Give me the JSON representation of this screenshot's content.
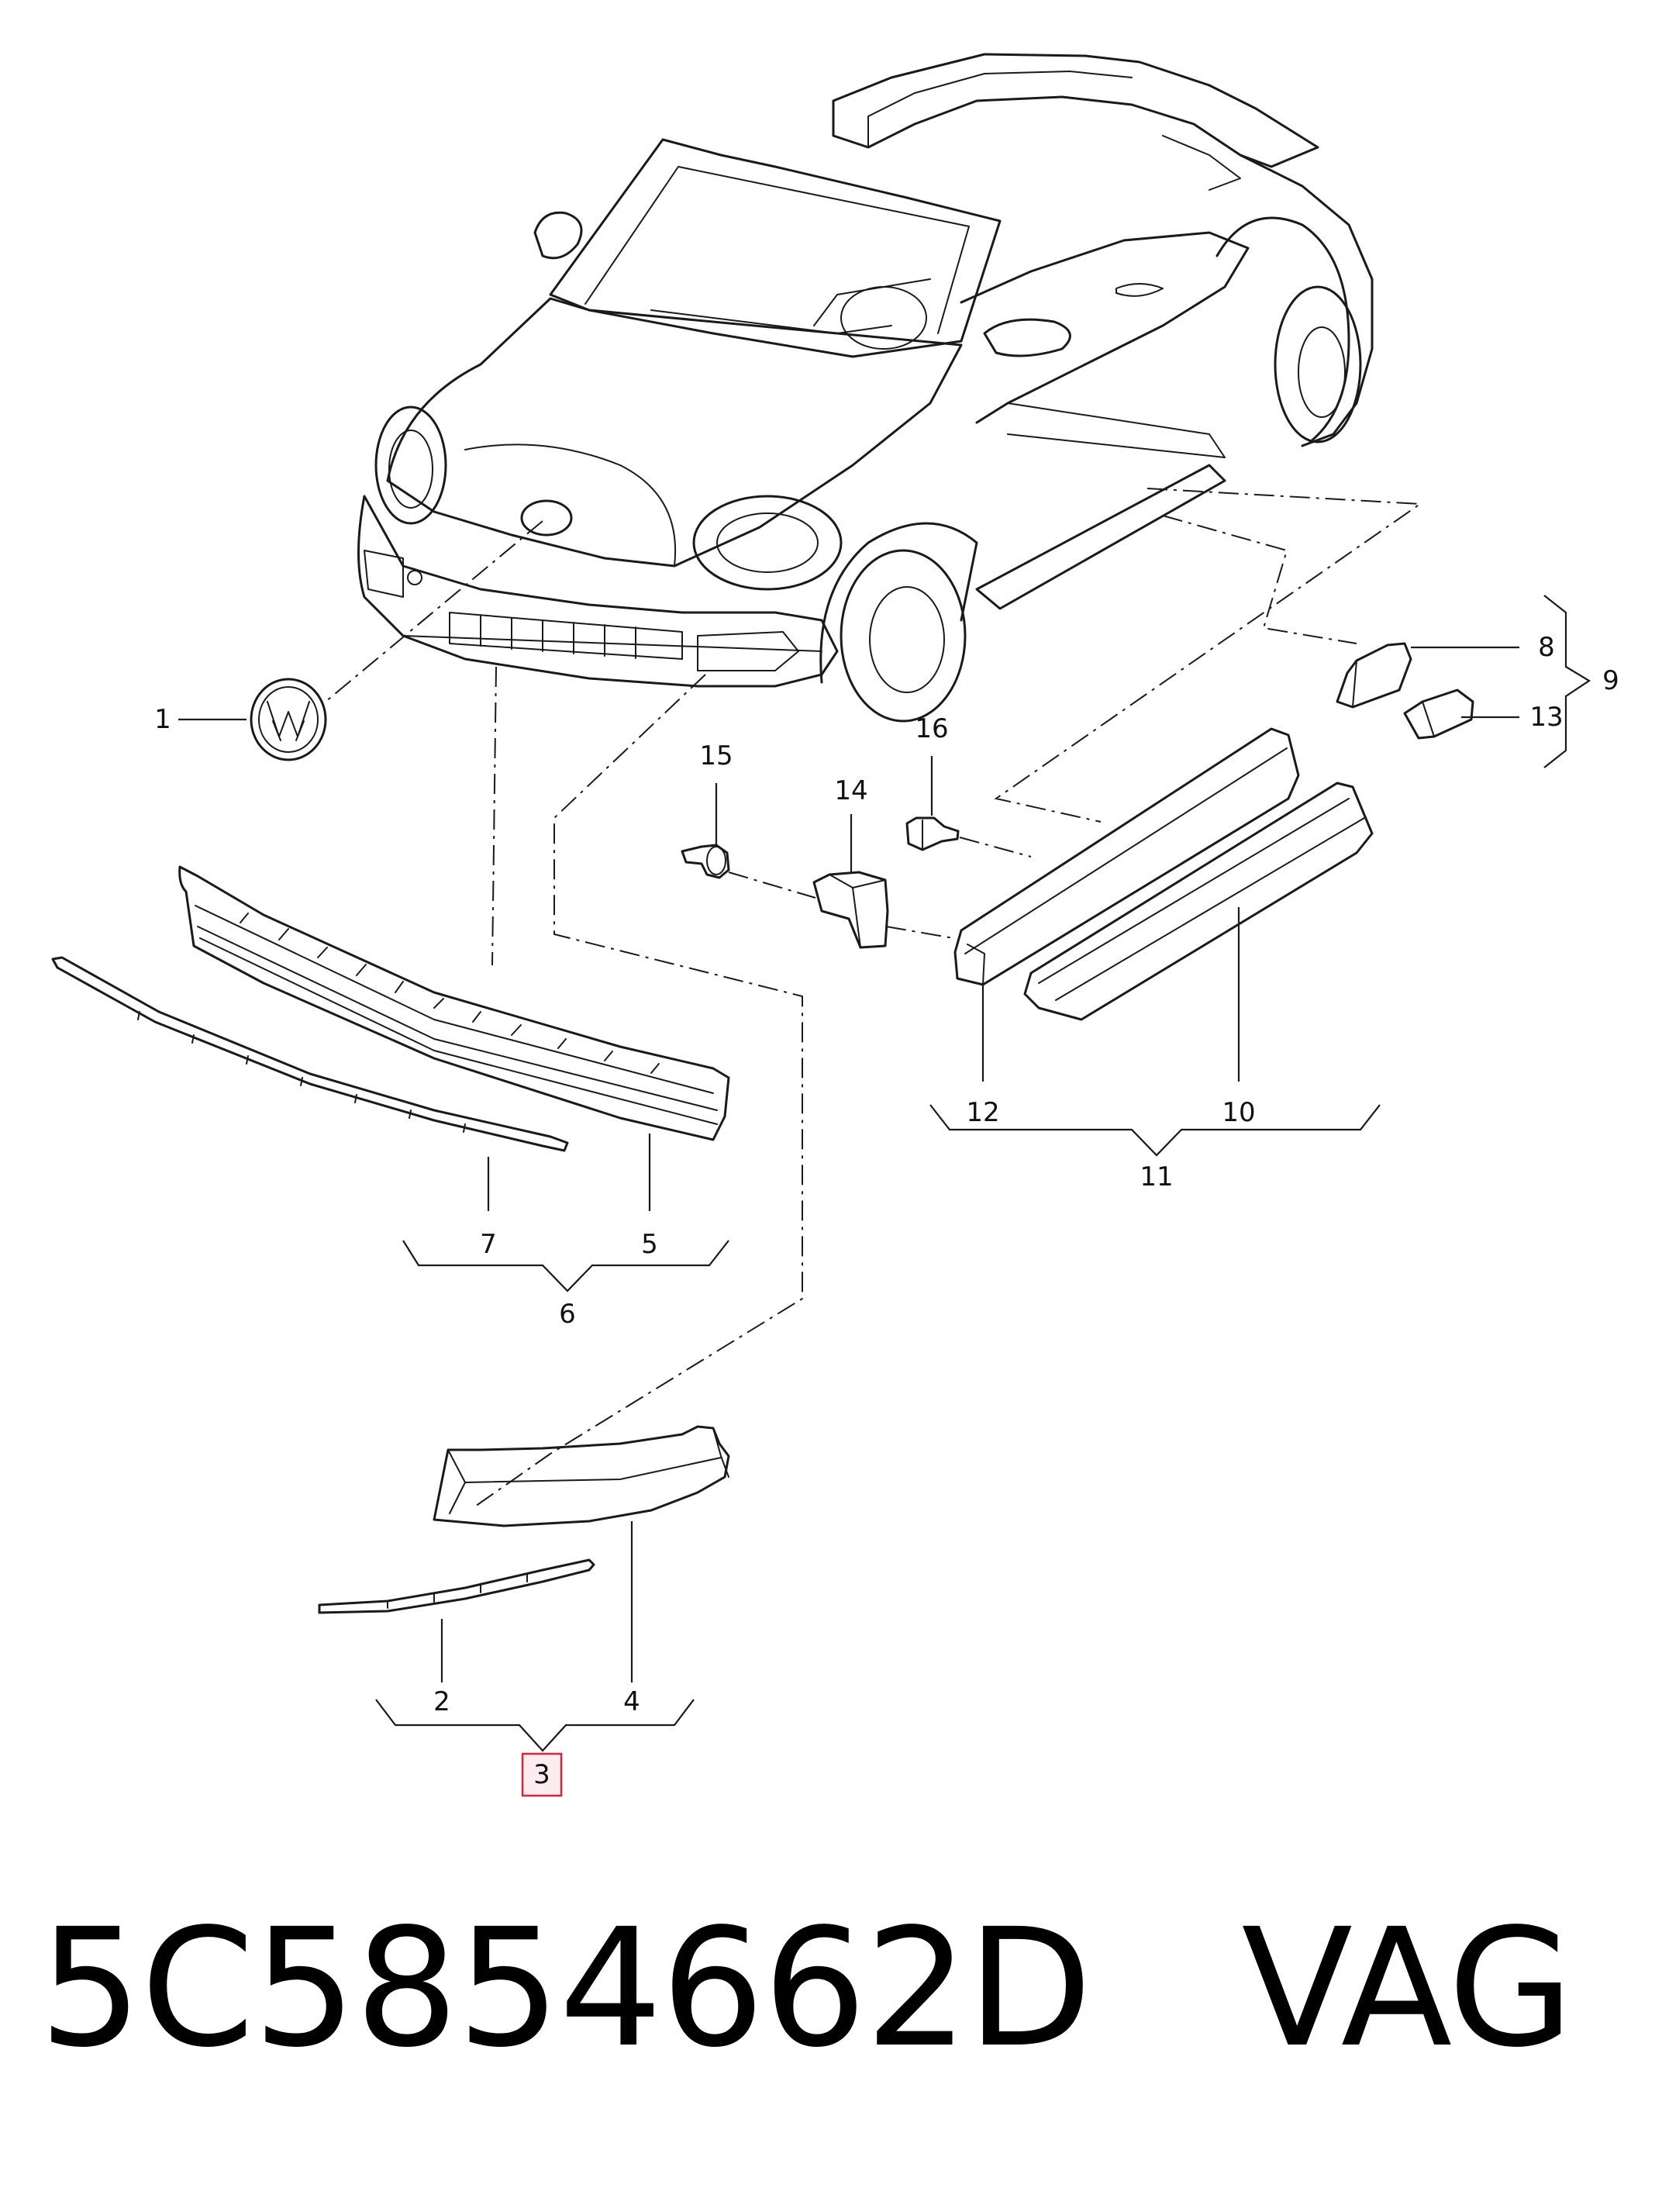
{
  "diagram": {
    "highlighted_callout": "3",
    "highlight_color": "#d9253a",
    "callouts": [
      "1",
      "2",
      "3",
      "4",
      "5",
      "6",
      "7",
      "8",
      "9",
      "10",
      "11",
      "12",
      "13",
      "14",
      "15",
      "16"
    ]
  },
  "footer": {
    "part_number": "5C5854662D",
    "brand": "VAG"
  }
}
